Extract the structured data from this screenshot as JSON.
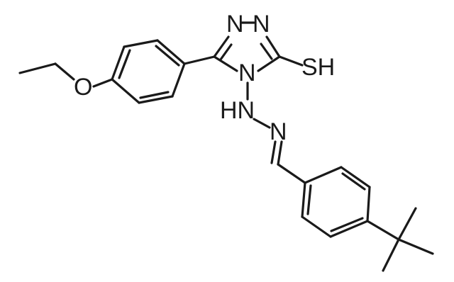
{
  "atoms": {
    "n1": "N",
    "n2": "N",
    "n4": "N",
    "sh": "SH",
    "o": "O",
    "hn": "HN",
    "n_imine": "N"
  },
  "colors": {
    "ink": "#1a1a1a",
    "background": "#ffffff"
  }
}
